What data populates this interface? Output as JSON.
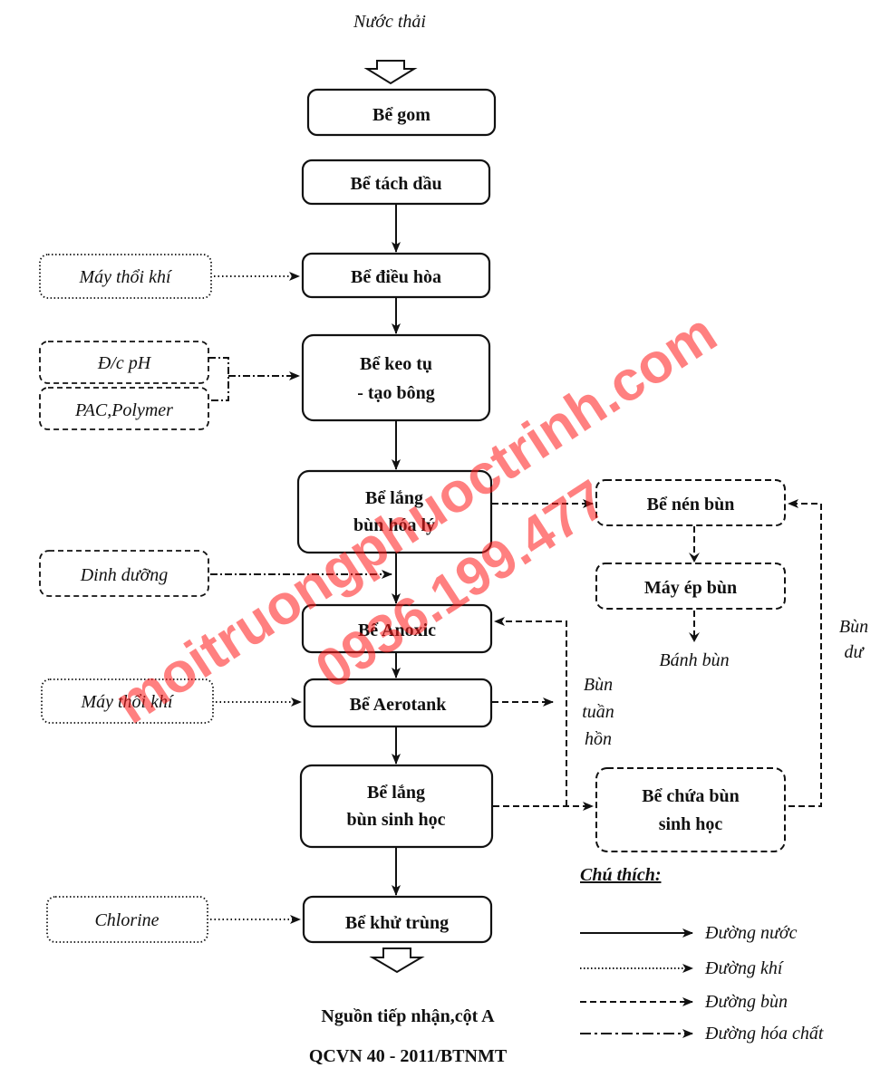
{
  "source": {
    "label": "Nước thải"
  },
  "main_boxes": [
    {
      "id": "gom",
      "lines": [
        "Bể gom"
      ]
    },
    {
      "id": "tachdau",
      "lines": [
        "Bể tách dầu"
      ]
    },
    {
      "id": "dieuhoa",
      "lines": [
        "Bể điều hòa"
      ]
    },
    {
      "id": "keotu",
      "lines": [
        "Bể keo tụ",
        "- tạo bông"
      ]
    },
    {
      "id": "langhoaly",
      "lines": [
        "Bể lắng",
        "bùn hóa lý"
      ]
    },
    {
      "id": "anoxic",
      "lines": [
        "Bể Anoxic"
      ]
    },
    {
      "id": "aerotank",
      "lines": [
        "Bể Aerotank"
      ]
    },
    {
      "id": "langsinhhoc",
      "lines": [
        "Bể lắng",
        "bùn sinh học"
      ]
    },
    {
      "id": "khutrung",
      "lines": [
        "Bể khử trùng"
      ]
    }
  ],
  "input_boxes": [
    {
      "id": "maythoikhi1",
      "label": "Máy thổi khí"
    },
    {
      "id": "dcph",
      "label": "Đ/c pH"
    },
    {
      "id": "pac",
      "label": "PAC,Polymer"
    },
    {
      "id": "dinhduong",
      "label": "Dinh dưỡng"
    },
    {
      "id": "maythoikhi2",
      "label": "Máy thổi khí"
    },
    {
      "id": "chlorine",
      "label": "Chlorine"
    }
  ],
  "sludge_boxes": [
    {
      "id": "nenbun",
      "lines": [
        "Bể nén bùn"
      ]
    },
    {
      "id": "mayepbun",
      "lines": [
        "Máy ép bùn"
      ]
    },
    {
      "id": "chuabun",
      "lines": [
        "Bể chứa bùn",
        "sinh học"
      ]
    }
  ],
  "cake": {
    "label": "Bánh bùn"
  },
  "side_labels": {
    "bun_du": [
      "Bùn",
      "dư"
    ],
    "bun_tuan_hoan": [
      "Bùn",
      "tuần",
      "hồn"
    ]
  },
  "output": {
    "line1": "Nguồn tiếp nhận,cột A",
    "line2": "QCVN 40 - 2011/BTNMT"
  },
  "legend": {
    "title": "Chú thích:",
    "items": [
      {
        "style": "solid",
        "label": "Đường nước"
      },
      {
        "style": "dotted",
        "label": "Đường khí"
      },
      {
        "style": "dashed",
        "label": "Đường bùn"
      },
      {
        "style": "dashdot",
        "label": "Đường hóa chất"
      }
    ]
  },
  "watermark": {
    "line1": "moitruongphuoctrinh.com",
    "line2": "0936.199.477"
  }
}
